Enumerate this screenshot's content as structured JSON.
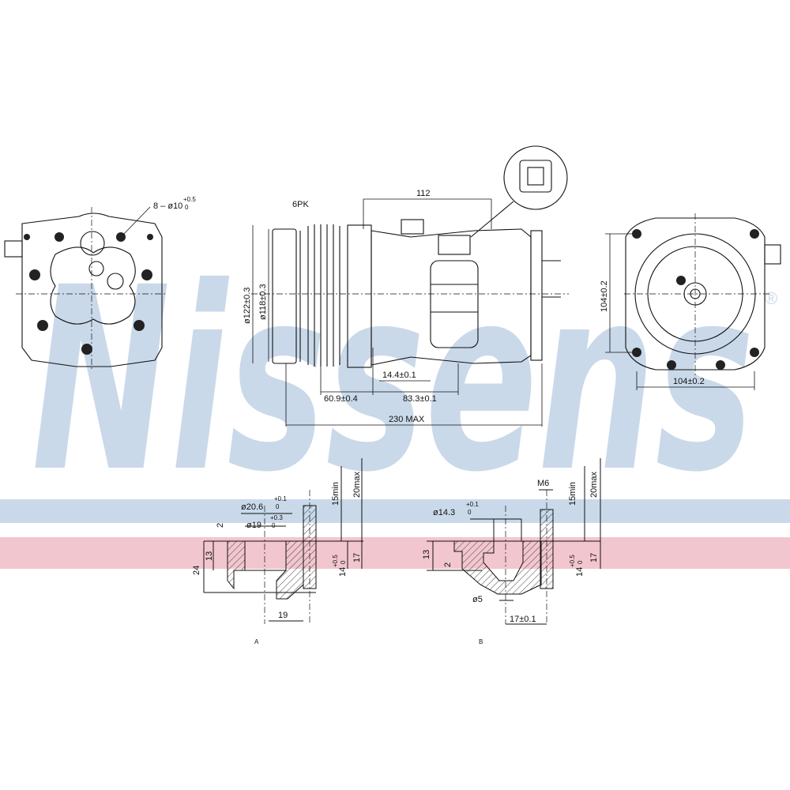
{
  "watermark": {
    "brand": "Nissens",
    "registered": "®",
    "colors": {
      "blue": "#c9d9ea",
      "red": "#f2c6cf"
    }
  },
  "view_front": {
    "bolt_holes": "8 – ø10",
    "bolt_tol_upper": "+0.5",
    "bolt_tol_lower": "0"
  },
  "view_side": {
    "pulley": "6PK",
    "width_top": "112",
    "dia_outer": "ø122±0.3",
    "dia_inner": "ø118±0.3",
    "port_offset": "14.4±0.1",
    "dim_left": "60.9±0.4",
    "dim_right": "83.3±0.1",
    "overall": "230 MAX"
  },
  "view_rear": {
    "height": "104±0.2",
    "width": "104±0.2"
  },
  "section_a": {
    "label": "A",
    "dia_top": "ø20.6",
    "dia_top_tol_upper": "+0.1",
    "dia_top_tol_lower": "0",
    "dia_bottom": "ø19",
    "dia_bottom_tol_upper": "+0.3",
    "dia_bottom_tol_lower": "0",
    "dim_2": "2",
    "dim_13": "13",
    "dim_24": "24",
    "dim_19": "19",
    "dim_15min": "15min",
    "dim_20max": "20max",
    "dim_14": "14",
    "dim_14_tol_upper": "+0.5",
    "dim_14_tol_lower": "0",
    "dim_17": "17"
  },
  "section_b": {
    "label": "B",
    "dia_top": "ø14.3",
    "dia_top_tol_upper": "+0.1",
    "dia_top_tol_lower": "0",
    "thread": "M6",
    "dim_13": "13",
    "dim_2": "2",
    "dim_5": "ø5",
    "dim_17": "17±0.1",
    "dim_15min": "15min",
    "dim_20max": "20max",
    "dim_14": "14",
    "dim_14_tol_upper": "+0.5",
    "dim_14_tol_lower": "0",
    "dim_17b": "17"
  }
}
